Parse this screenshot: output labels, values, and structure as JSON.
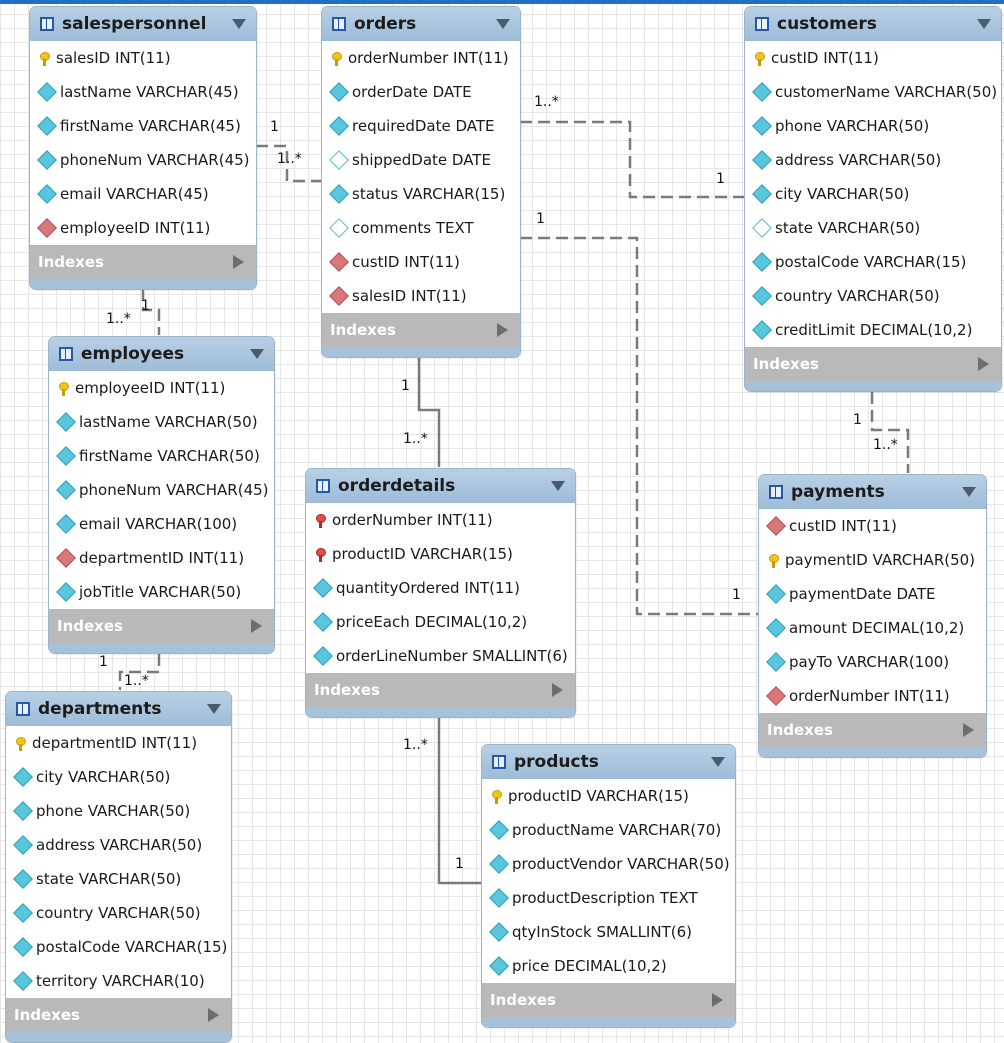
{
  "tables": {
    "salespersonnel": {
      "name": "salespersonnel",
      "columns": [
        {
          "icon": "primary-key-icon",
          "text": "salesID INT(11)"
        },
        {
          "icon": "column-icon",
          "text": "lastName VARCHAR(45)"
        },
        {
          "icon": "column-icon",
          "text": "firstName VARCHAR(45)"
        },
        {
          "icon": "column-icon",
          "text": "phoneNum VARCHAR(45)"
        },
        {
          "icon": "column-icon",
          "text": "email VARCHAR(45)"
        },
        {
          "icon": "foreign-key-icon",
          "text": "employeeID INT(11)"
        }
      ],
      "indexes_label": "Indexes"
    },
    "orders": {
      "name": "orders",
      "columns": [
        {
          "icon": "primary-key-icon",
          "text": "orderNumber INT(11)"
        },
        {
          "icon": "column-icon",
          "text": "orderDate DATE"
        },
        {
          "icon": "column-icon",
          "text": "requiredDate DATE"
        },
        {
          "icon": "nullable-column-icon",
          "text": "shippedDate DATE"
        },
        {
          "icon": "column-icon",
          "text": "status VARCHAR(15)"
        },
        {
          "icon": "nullable-column-icon",
          "text": "comments TEXT"
        },
        {
          "icon": "foreign-key-icon",
          "text": "custID INT(11)"
        },
        {
          "icon": "foreign-key-icon",
          "text": "salesID INT(11)"
        }
      ],
      "indexes_label": "Indexes"
    },
    "customers": {
      "name": "customers",
      "columns": [
        {
          "icon": "primary-key-icon",
          "text": "custID INT(11)"
        },
        {
          "icon": "column-icon",
          "text": "customerName VARCHAR(50)"
        },
        {
          "icon": "column-icon",
          "text": "phone VARCHAR(50)"
        },
        {
          "icon": "column-icon",
          "text": "address VARCHAR(50)"
        },
        {
          "icon": "column-icon",
          "text": "city VARCHAR(50)"
        },
        {
          "icon": "nullable-column-icon",
          "text": "state VARCHAR(50)"
        },
        {
          "icon": "column-icon",
          "text": "postalCode VARCHAR(15)"
        },
        {
          "icon": "column-icon",
          "text": "country VARCHAR(50)"
        },
        {
          "icon": "column-icon",
          "text": "creditLimit DECIMAL(10,2)"
        }
      ],
      "indexes_label": "Indexes"
    },
    "employees": {
      "name": "employees",
      "columns": [
        {
          "icon": "primary-key-icon",
          "text": "employeeID INT(11)"
        },
        {
          "icon": "column-icon",
          "text": "lastName VARCHAR(50)"
        },
        {
          "icon": "column-icon",
          "text": "firstName VARCHAR(50)"
        },
        {
          "icon": "column-icon",
          "text": "phoneNum VARCHAR(45)"
        },
        {
          "icon": "column-icon",
          "text": "email VARCHAR(100)"
        },
        {
          "icon": "foreign-key-icon",
          "text": "departmentID INT(11)"
        },
        {
          "icon": "column-icon",
          "text": "jobTitle VARCHAR(50)"
        }
      ],
      "indexes_label": "Indexes"
    },
    "orderdetails": {
      "name": "orderdetails",
      "columns": [
        {
          "icon": "primary-foreign-key-icon",
          "text": "orderNumber INT(11)"
        },
        {
          "icon": "primary-foreign-key-icon",
          "text": "productID VARCHAR(15)"
        },
        {
          "icon": "column-icon",
          "text": "quantityOrdered INT(11)"
        },
        {
          "icon": "column-icon",
          "text": "priceEach DECIMAL(10,2)"
        },
        {
          "icon": "column-icon",
          "text": "orderLineNumber SMALLINT(6)"
        }
      ],
      "indexes_label": "Indexes"
    },
    "payments": {
      "name": "payments",
      "columns": [
        {
          "icon": "foreign-key-icon",
          "text": "custID INT(11)"
        },
        {
          "icon": "primary-key-icon",
          "text": "paymentID VARCHAR(50)"
        },
        {
          "icon": "column-icon",
          "text": "paymentDate DATE"
        },
        {
          "icon": "column-icon",
          "text": "amount DECIMAL(10,2)"
        },
        {
          "icon": "column-icon",
          "text": "payTo VARCHAR(100)"
        },
        {
          "icon": "foreign-key-icon",
          "text": "orderNumber INT(11)"
        }
      ],
      "indexes_label": "Indexes"
    },
    "departments": {
      "name": "departments",
      "columns": [
        {
          "icon": "primary-key-icon",
          "text": "departmentID INT(11)"
        },
        {
          "icon": "column-icon",
          "text": "city VARCHAR(50)"
        },
        {
          "icon": "column-icon",
          "text": "phone VARCHAR(50)"
        },
        {
          "icon": "column-icon",
          "text": "address VARCHAR(50)"
        },
        {
          "icon": "column-icon",
          "text": "state VARCHAR(50)"
        },
        {
          "icon": "column-icon",
          "text": "country VARCHAR(50)"
        },
        {
          "icon": "column-icon",
          "text": "postalCode VARCHAR(15)"
        },
        {
          "icon": "column-icon",
          "text": "territory VARCHAR(10)"
        }
      ],
      "indexes_label": "Indexes"
    },
    "products": {
      "name": "products",
      "columns": [
        {
          "icon": "primary-key-icon",
          "text": "productID VARCHAR(15)"
        },
        {
          "icon": "column-icon",
          "text": "productName VARCHAR(70)"
        },
        {
          "icon": "column-icon",
          "text": "productVendor VARCHAR(50)"
        },
        {
          "icon": "column-icon",
          "text": "productDescription TEXT"
        },
        {
          "icon": "column-icon",
          "text": "qtyInStock SMALLINT(6)"
        },
        {
          "icon": "column-icon",
          "text": "price DECIMAL(10,2)"
        }
      ],
      "indexes_label": "Indexes"
    }
  },
  "relationships": {
    "orders_customers": {
      "from_card": "1..*",
      "to_card": "1",
      "identifying": false
    },
    "salespersonnel_orders": {
      "from_card": "1",
      "to_card": "1..*",
      "identifying": false
    },
    "orders_payments": {
      "from_card": "1",
      "to_card": "1",
      "identifying": false
    },
    "customers_payments": {
      "from_card": "1",
      "to_card": "1..*",
      "identifying": false
    },
    "salespersonnel_employees": {
      "from_card": "1",
      "to_card": "1..*",
      "identifying": false
    },
    "employees_departments": {
      "from_card": "1",
      "to_card": "1..*",
      "identifying": false
    },
    "orders_orderdetails": {
      "from_card": "1",
      "to_card": "1..*",
      "identifying": true
    },
    "orderdetails_products": {
      "from_card": "1..*",
      "to_card": "1",
      "identifying": true
    }
  },
  "colors": {
    "header": "#9dbcd8",
    "footer": "#b9b9b9",
    "line": "#777777",
    "accent": "#1f6fc5"
  }
}
